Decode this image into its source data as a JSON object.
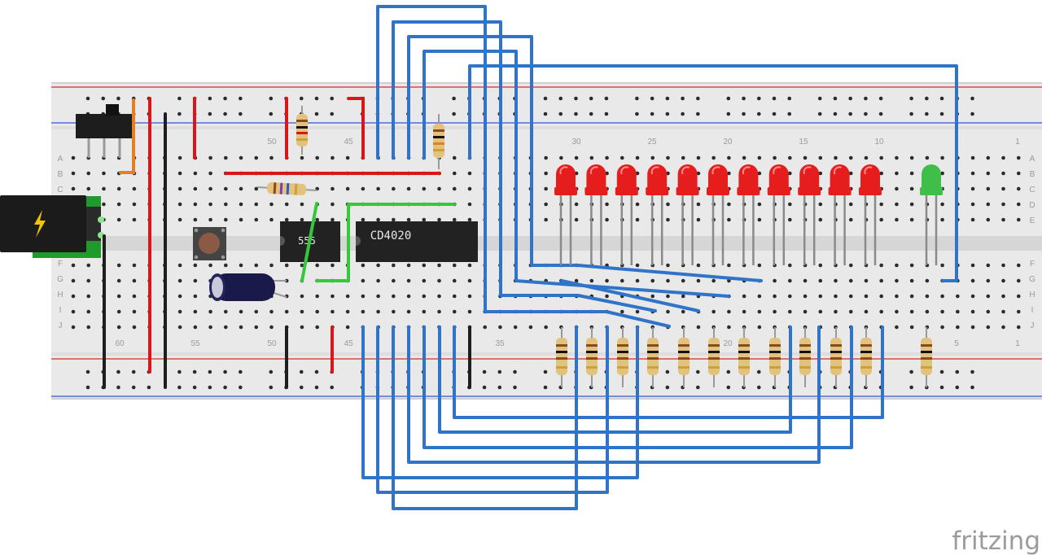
{
  "colors": {
    "board": "#e9e9e9",
    "channel": "#d3d3d3",
    "rail_red": "#d94a4a",
    "rail_blue": "#4a6fd9",
    "hole_green": "#3dbd3d",
    "hole_dark": "#2b2b2b",
    "wire_blue": "#2f74c8",
    "wire_red": "#d9161a",
    "wire_black": "#1e1e1e",
    "wire_green": "#34c93b",
    "wire_orange": "#e67e22",
    "led_red": "#e51d1d",
    "led_green": "#3fbf4a",
    "chip": "#222222",
    "power_pcb": "#1f9a2c"
  },
  "breadboard": {
    "column_numbers_top": [
      "30",
      "25",
      "20",
      "15",
      "10",
      "1",
      "50",
      "45"
    ],
    "column_numbers_bottom": [
      "60",
      "55",
      "50",
      "45",
      "35",
      "20",
      "5",
      "1"
    ],
    "row_letters_left": [
      "A",
      "B",
      "C",
      "F",
      "G",
      "H",
      "I",
      "J"
    ],
    "row_letters_right": [
      "A",
      "B",
      "C",
      "D",
      "E",
      "F",
      "G",
      "H",
      "I",
      "J"
    ]
  },
  "components": {
    "timer_chip": {
      "label": "555"
    },
    "counter_chip": {
      "label": "CD4020"
    },
    "power_icon": "lightning-bolt-icon",
    "red_led_count": 11,
    "green_led_count": 1,
    "bottom_resistor_count": 12
  },
  "watermark": {
    "text": "fritzing"
  }
}
